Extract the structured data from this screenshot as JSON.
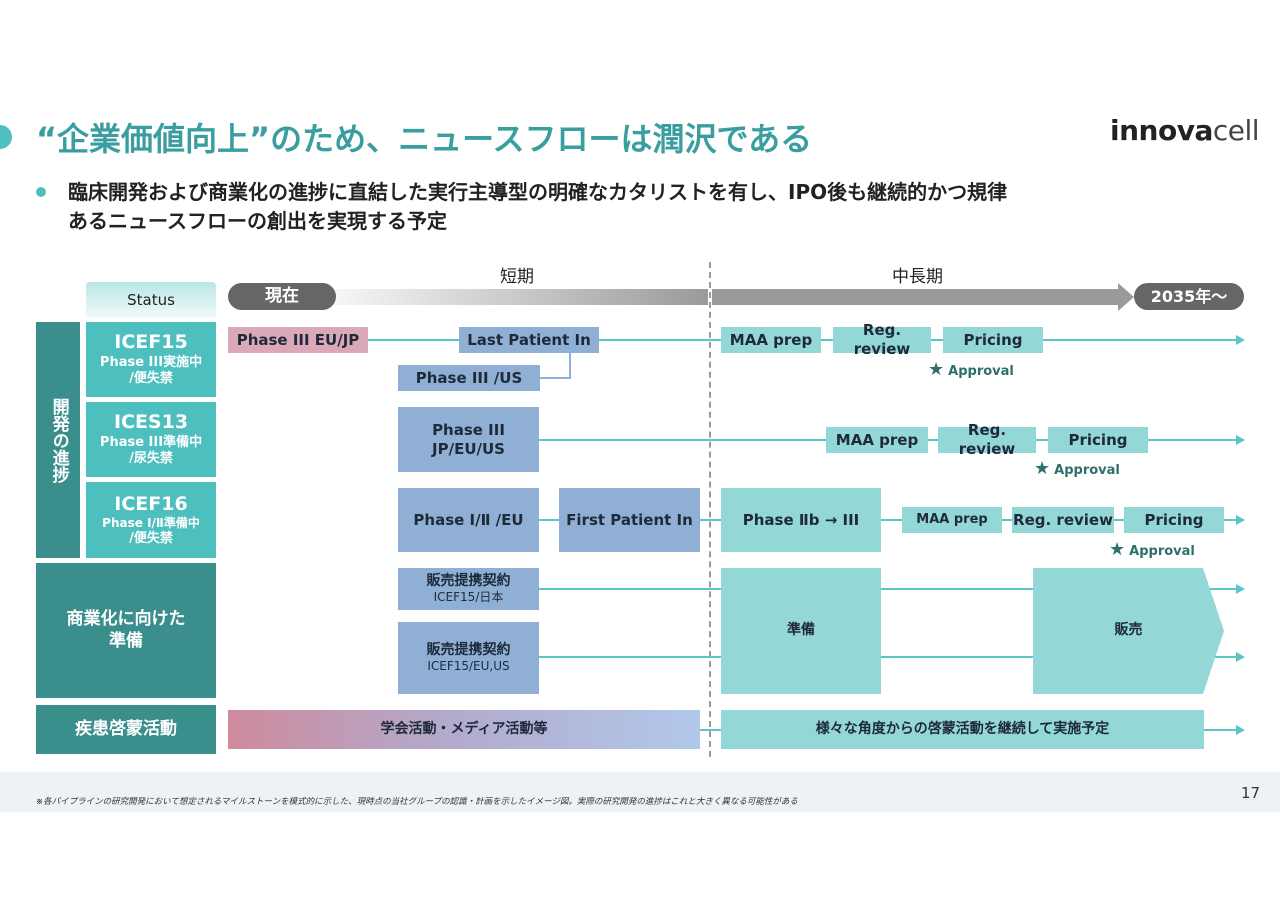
{
  "title": "“企業価値向上”のため、ニュースフローは潤沢である",
  "logo": {
    "part1": "innova",
    "part2": "cell"
  },
  "bullet": {
    "line1": "臨床開発および商業化の進捗に直結した実行主導型の明確なカタリストを有し、IPO後も継続的かつ規律",
    "line2": "あるニュースフローの創出を実現する予定"
  },
  "timeline": {
    "status_header": "Status",
    "now": "現在",
    "short_term": "短期",
    "mid_long_term": "中長期",
    "end": "2035年〜"
  },
  "sections": {
    "development": "開発の進捗",
    "commercial": "商業化に向けた準備",
    "awareness": "疾患啓蒙活動"
  },
  "pipelines": [
    {
      "name": "ICEF15",
      "status": "Phase III実施中",
      "indication": "/便失禁"
    },
    {
      "name": "ICES13",
      "status": "Phase III準備中",
      "indication": "/尿失禁"
    },
    {
      "name": "ICEF16",
      "status": "Phase Ⅰ/Ⅱ準備中",
      "indication": "/便失禁"
    }
  ],
  "row1": {
    "a": "Phase III EU/JP",
    "b": "Last Patient In",
    "c": "Phase III /US",
    "d": "MAA prep",
    "e": "Reg. review",
    "f": "Pricing",
    "approval": "Approval"
  },
  "row2": {
    "a1": "Phase III",
    "a2": "JP/EU/US",
    "d": "MAA prep",
    "e": "Reg. review",
    "f": "Pricing",
    "approval": "Approval"
  },
  "row3": {
    "a": "Phase Ⅰ/Ⅱ /EU",
    "b": "First Patient In",
    "c": "Phase Ⅱb → III",
    "d": "MAA prep",
    "e": "Reg. review",
    "f": "Pricing",
    "approval": "Approval"
  },
  "commercial": {
    "c1_title": "販売提携契約",
    "c1_sub": "ICEF15/日本",
    "c2_title": "販売提携契約",
    "c2_sub": "ICEF15/EU,US",
    "prep": "準備",
    "sales": "販売"
  },
  "awareness": {
    "short": "学会活動・メディア活動等",
    "long": "様々な角度からの啓蒙活動を継続して実施予定"
  },
  "footer": {
    "note": "※各パイプラインの研究開発において想定されるマイルストーンを模式的に示した、現時点の当社グループの認識・計画を示したイメージ図。実際の研究開発の進捗はこれと大きく異なる可能性がある",
    "page": "17"
  }
}
